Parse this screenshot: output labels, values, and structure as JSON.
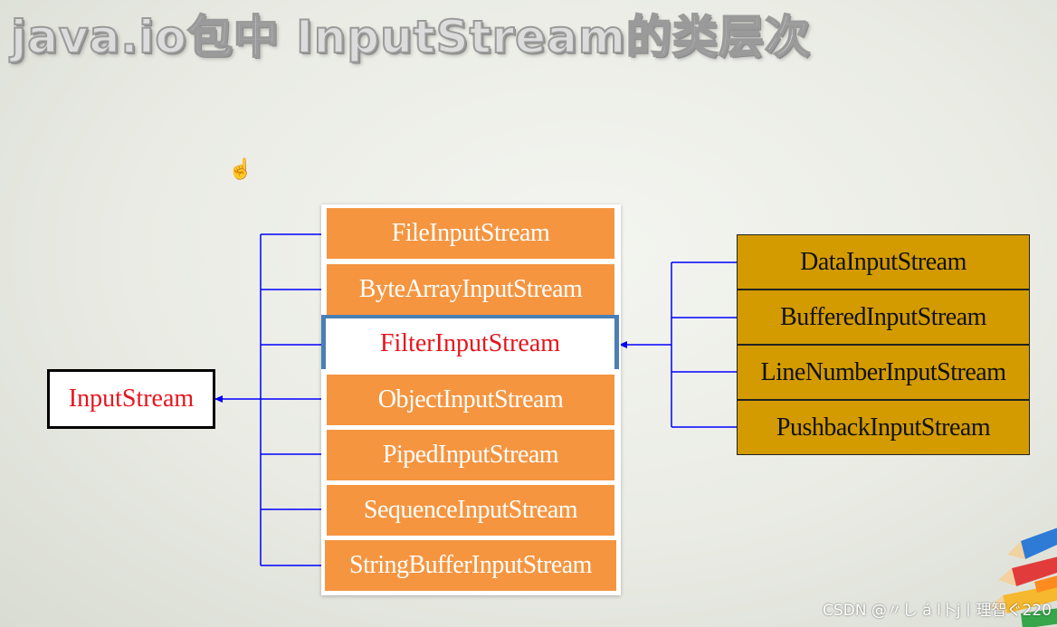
{
  "title": "java.io包中 InputStream的类层次",
  "root_class": "InputStream",
  "subclasses": [
    "FileInputStream",
    "ByteArrayInputStream",
    "FilterInputStream",
    "ObjectInputStream",
    "PipedInputStream",
    "SequenceInputStream",
    "StringBufferInputStream"
  ],
  "filter_class": "FilterInputStream",
  "filter_subclasses": [
    "DataInputStream",
    "BufferedInputStream",
    "LineNumberInputStream",
    "PushbackInputStream"
  ],
  "watermark": "CSDN @〃し á l卜j丨理智ぐ220",
  "colors": {
    "subclass_fill": "#f59540",
    "filter_subclass_fill": "#d39b00",
    "highlight_text": "#e8141c",
    "connector": "#0000ff",
    "filter_border": "#4a7fb5"
  },
  "icons": {
    "cursor": "hand-cursor-icon"
  }
}
